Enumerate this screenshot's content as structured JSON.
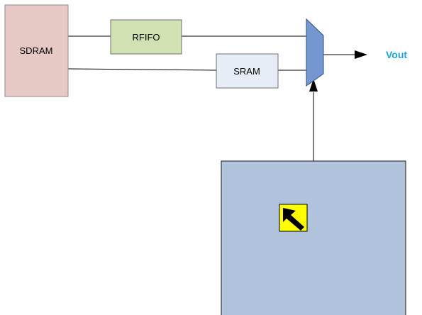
{
  "blocks": {
    "sdram": {
      "label": "SDRAM",
      "fill": "#e6c9c4",
      "stroke": "#8c8c8c"
    },
    "rfifo": {
      "label": "RFIFO",
      "fill": "#d0e1b2",
      "stroke": "#6f6f6f"
    },
    "sram": {
      "label": "SRAM",
      "fill": "#e7edf7",
      "stroke": "#6f6f6f"
    },
    "mux": {
      "fill": "#7497d2",
      "stroke": "#2f4f86"
    },
    "control": {
      "fill": "#b0c2dc",
      "stroke": "#1a1a1a"
    },
    "cursor_icon": {
      "icon": "arrow-cursor-icon",
      "fill": "#ffff00"
    }
  },
  "output": {
    "label": "Vout",
    "color": "#1fa6d9"
  },
  "line_color": "#000000"
}
